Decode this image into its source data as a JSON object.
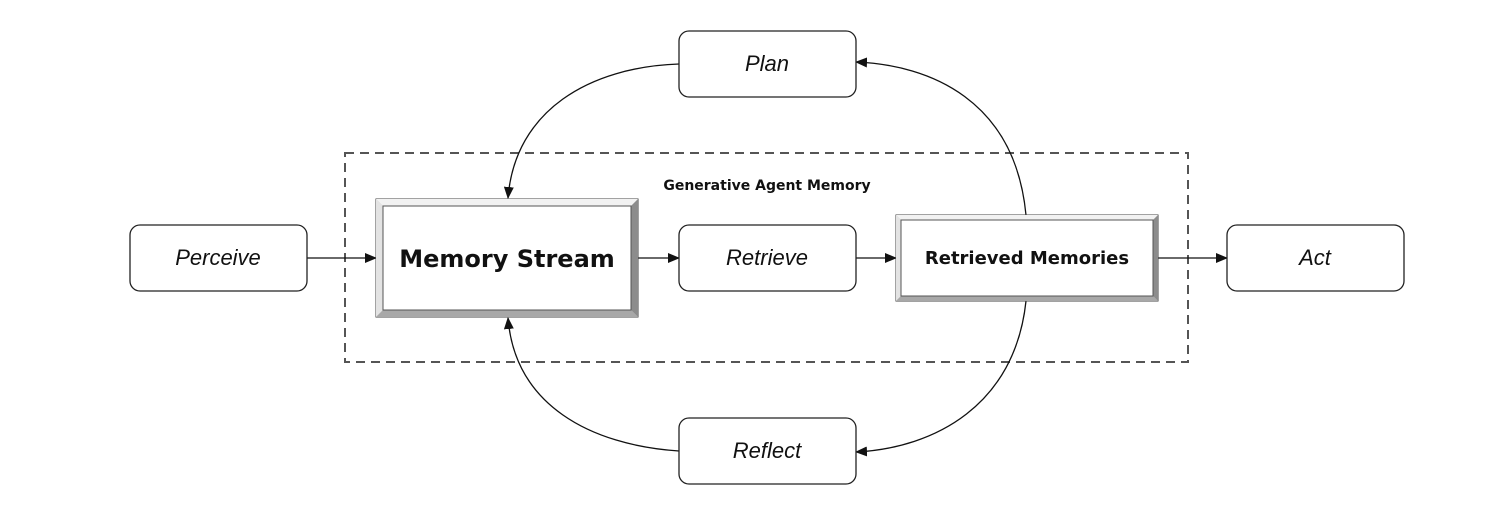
{
  "diagram": {
    "group_label": "Generative Agent Memory",
    "nodes": {
      "perceive": "Perceive",
      "memory_stream": "Memory Stream",
      "retrieve": "Retrieve",
      "retrieved_memories": "Retrieved Memories",
      "act": "Act",
      "plan": "Plan",
      "reflect": "Reflect"
    }
  }
}
